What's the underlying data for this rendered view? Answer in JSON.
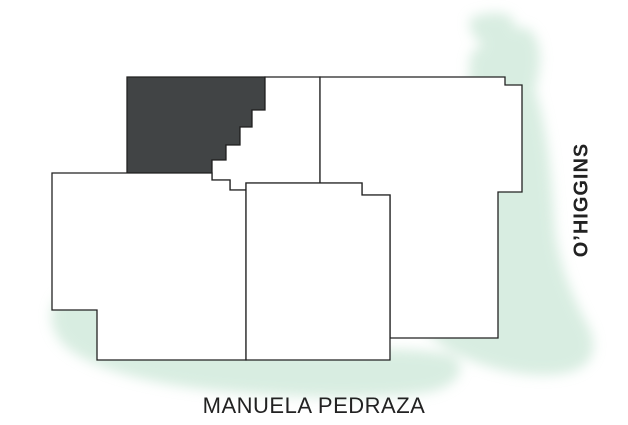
{
  "streets": {
    "bottom": "MANUELA PEDRAZA",
    "right": "O’HIGGINS"
  },
  "lots": {
    "selected": "lot-north-west",
    "items": [
      {
        "id": "lot-north-west",
        "selected": true
      },
      {
        "id": "lot-north-center",
        "selected": false
      },
      {
        "id": "lot-north-east",
        "selected": false
      },
      {
        "id": "lot-south-west",
        "selected": false
      },
      {
        "id": "lot-south-center",
        "selected": false
      }
    ]
  },
  "colors": {
    "selected_fill": "#414445",
    "lot_fill": "#ffffff",
    "lot_stroke": "#222222",
    "watercolor": "#b9dfc9",
    "label": "#222222"
  }
}
